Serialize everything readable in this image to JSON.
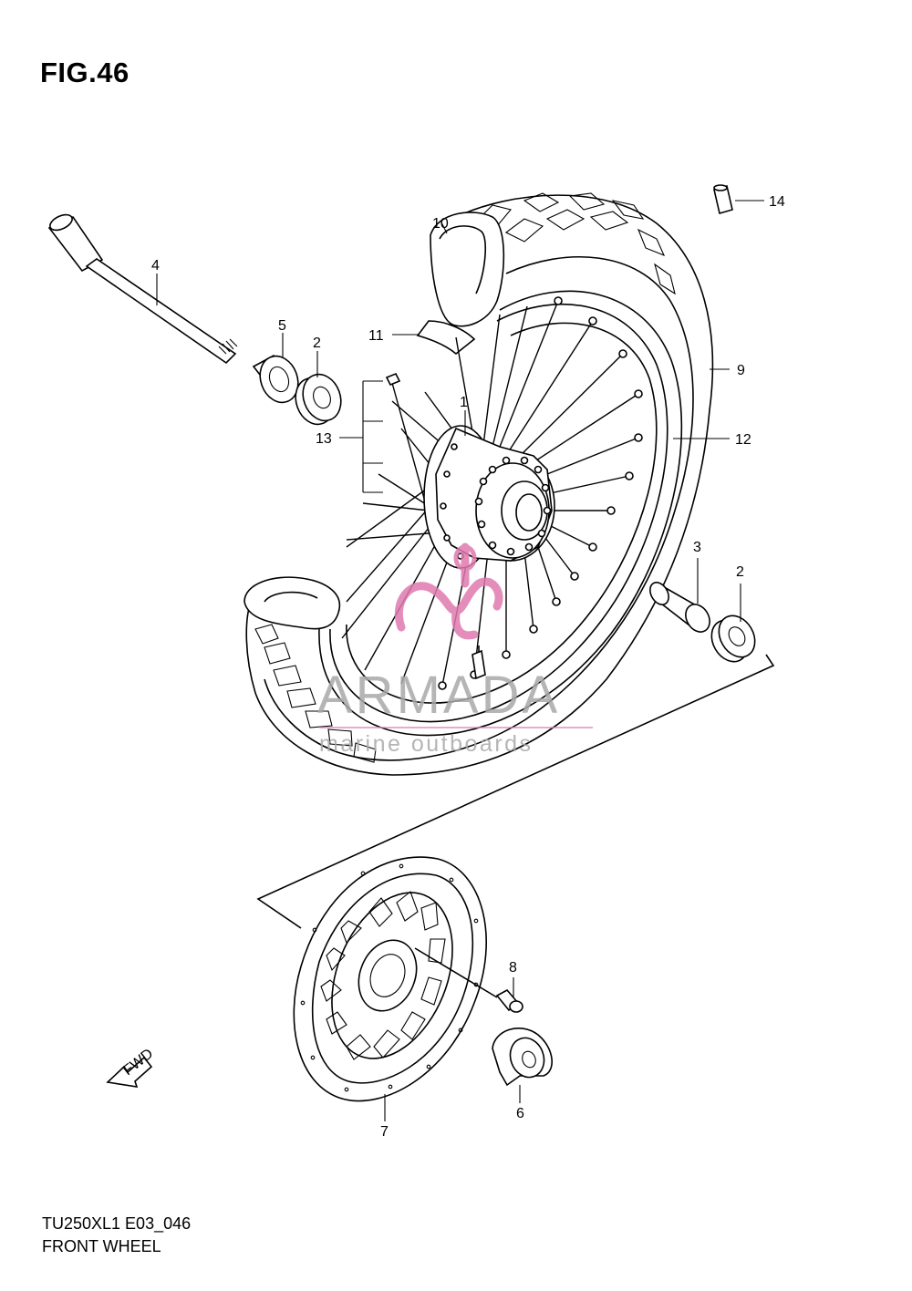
{
  "figure": {
    "title": "FIG.46",
    "model_code": "TU250XL1 E03_046",
    "name": "FRONT WHEEL"
  },
  "callouts": [
    "1",
    "2",
    "2",
    "3",
    "4",
    "5",
    "6",
    "7",
    "8",
    "9",
    "10",
    "11",
    "12",
    "13",
    "14"
  ],
  "watermark": {
    "brand": "ARMADA",
    "tagline": "marine outboards",
    "accent_color": "#e07ab0",
    "text_color": "#a9a9a9"
  },
  "direction_marker": {
    "text": "FWD"
  },
  "colors": {
    "line": "#000000",
    "background": "#ffffff"
  }
}
